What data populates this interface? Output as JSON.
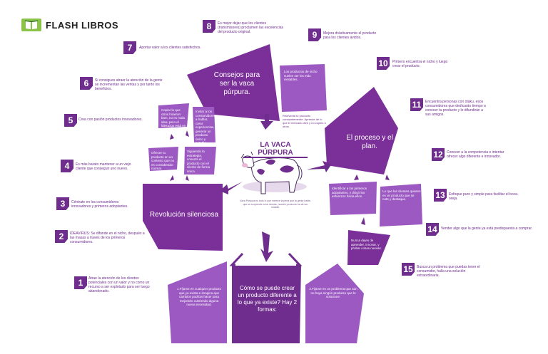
{
  "brand": {
    "name": "FLASH LIBROS",
    "icon": "book-icon"
  },
  "center": {
    "title": "LA VACA PÚRPURA",
    "caption": "Vaca Púrpura es todo lo que merece la pena que la gente hable, que se sorprende a los demás, nuestro producto ha de ser notable."
  },
  "colors": {
    "purple": "#6f2d8e",
    "light_purple": "#8e55b0",
    "pale_purple": "#b07fcb"
  },
  "sections": {
    "consejos": "Consejos para ser la vaca púrpura.",
    "proceso": "El proceso y el plan.",
    "revolucion": "Revolución silenciosa",
    "como": "Cómo se puede crear un producto diferente a lo que ya existe? Hay 2 formas:"
  },
  "forms": {
    "one": "1.Fíjarse en cualquier producto que ya exista e imagina que cambios podrías hacer para mejorarlo cubriendo alguna nueva necesidad.",
    "two": "2.Fijarse en un problema que aún no haya ningún producto que lo solucione."
  },
  "small_cards": {
    "a": "Copiar lo que otros hicieron bien, no es mala idea, pero el liderazgo está en innovar.",
    "b": "Invitar a los consumidores a hablar, crear experiencias, generar un producto único y notable.",
    "c": "Ofrecer tu producto en un contexto que no es considerado normal.",
    "d": "Siguiendo la estrategia, conecta el producto con el cliente de forma única.",
    "e": "Identificar a los primeros adoptantes, y dirigir los esfuerzos hacia ellos.",
    "f": "Lo que los clientes quieren es un producto que se note y destaque.",
    "g": "Los productos de nicho suelen ser los más rentables.",
    "h": "Nunca dejes de aprender, innovar, y probar cosas nuevas."
  },
  "purple_note": "Reinventa tu producto constantemente. Aprende de lo que el mercado dice y no copies a otros.",
  "tips": [
    {
      "n": "1",
      "text": "Atrae la atención de los clientes potenciales con un valor y no como un recurso a ser explotado para ser luego abandonado."
    },
    {
      "n": "2",
      "text": "IDEAVIRUS: Se difunde en el nicho, después a las masas a través de los primeros consumidores."
    },
    {
      "n": "3",
      "text": "Céntrate en los consumidores innovadores y primeros adoptantes."
    },
    {
      "n": "4",
      "text": "Es más barato mantener a un viejo cliente que conseguir uno nuevo."
    },
    {
      "n": "5",
      "text": "Crea con pasión productos innovadores."
    },
    {
      "n": "6",
      "text": "Si consigues atraer la atención de la gente se incrementan las ventas y por tanto los beneficios."
    },
    {
      "n": "7",
      "text": "Aportar valor a los clientes satisfechos."
    },
    {
      "n": "8",
      "text": "Es mejor dejar que los clientes (transmisores) proclamen las excelencias del producto original."
    },
    {
      "n": "9",
      "text": "Mejora drásticamente el producto para los clientes ávidos."
    },
    {
      "n": "10",
      "text": "Primero encuentra el nicho y luego crear el producto."
    },
    {
      "n": "11",
      "text": "Encuentra personas con otaku, esos consumidores que dedicarán tiempo a conocer tu producto y lo difundirán a sus amigos."
    },
    {
      "n": "12",
      "text": "Conocer a la competencia e intentar ofrecer algo diferente e innovador."
    },
    {
      "n": "13",
      "text": "Enfoque puro y simple para facilitar el boca-oreja."
    },
    {
      "n": "14",
      "text": "Vender algo que la gente ya está predispuesta a comprar."
    },
    {
      "n": "15",
      "text": "Busca un problema que puedas tener el consumidor, halla una solución extraordinaria."
    }
  ]
}
